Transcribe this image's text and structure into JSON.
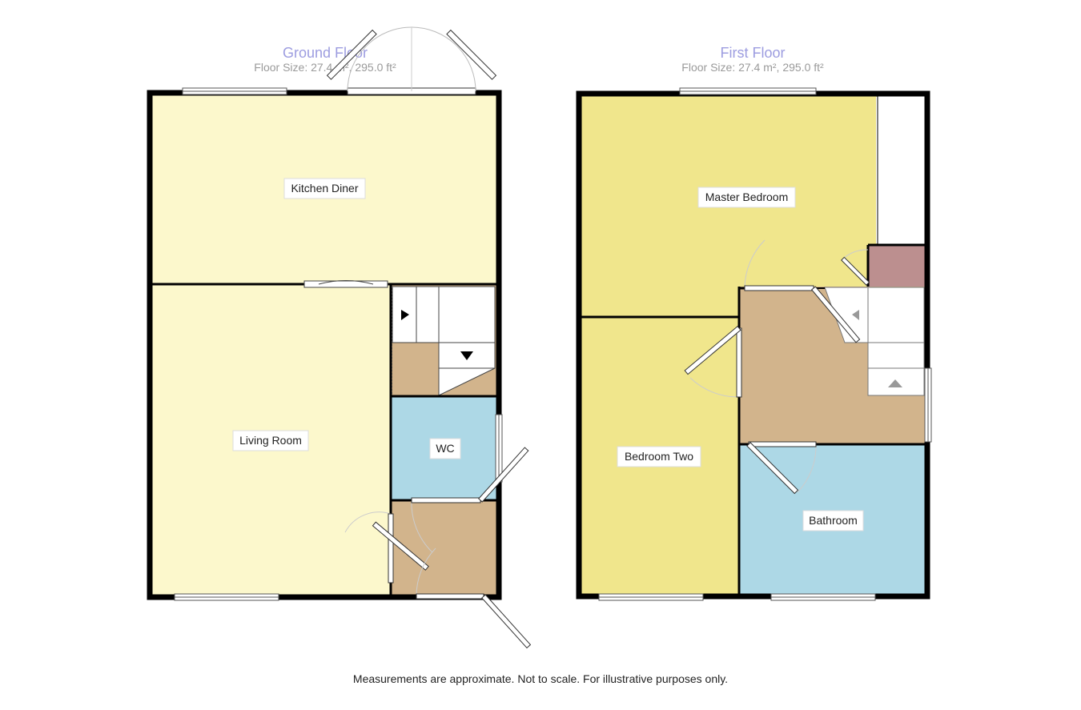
{
  "floors": [
    {
      "name": "Ground Floor",
      "size": "Floor Size: 27.4 m², 295.0 ft²",
      "rooms": [
        {
          "key": "kitchen",
          "label": "Kitchen Diner"
        },
        {
          "key": "living",
          "label": "Living Room"
        },
        {
          "key": "wc",
          "label": "WC"
        }
      ]
    },
    {
      "name": "First Floor",
      "size": "Floor Size: 27.4 m², 295.0 ft²",
      "rooms": [
        {
          "key": "master",
          "label": "Master Bedroom"
        },
        {
          "key": "bedroom2",
          "label": "Bedroom Two"
        },
        {
          "key": "bathroom",
          "label": "Bathroom"
        }
      ]
    }
  ],
  "colors": {
    "wall": "#000000",
    "living_space": "#fcf8cc",
    "bedroom": "#f0e68c",
    "bathroom": "#add8e6",
    "hallway": "#d2b48c",
    "cupboard": "#bc8f8f"
  },
  "footer": "Measurements are approximate. Not to scale. For illustrative purposes only."
}
